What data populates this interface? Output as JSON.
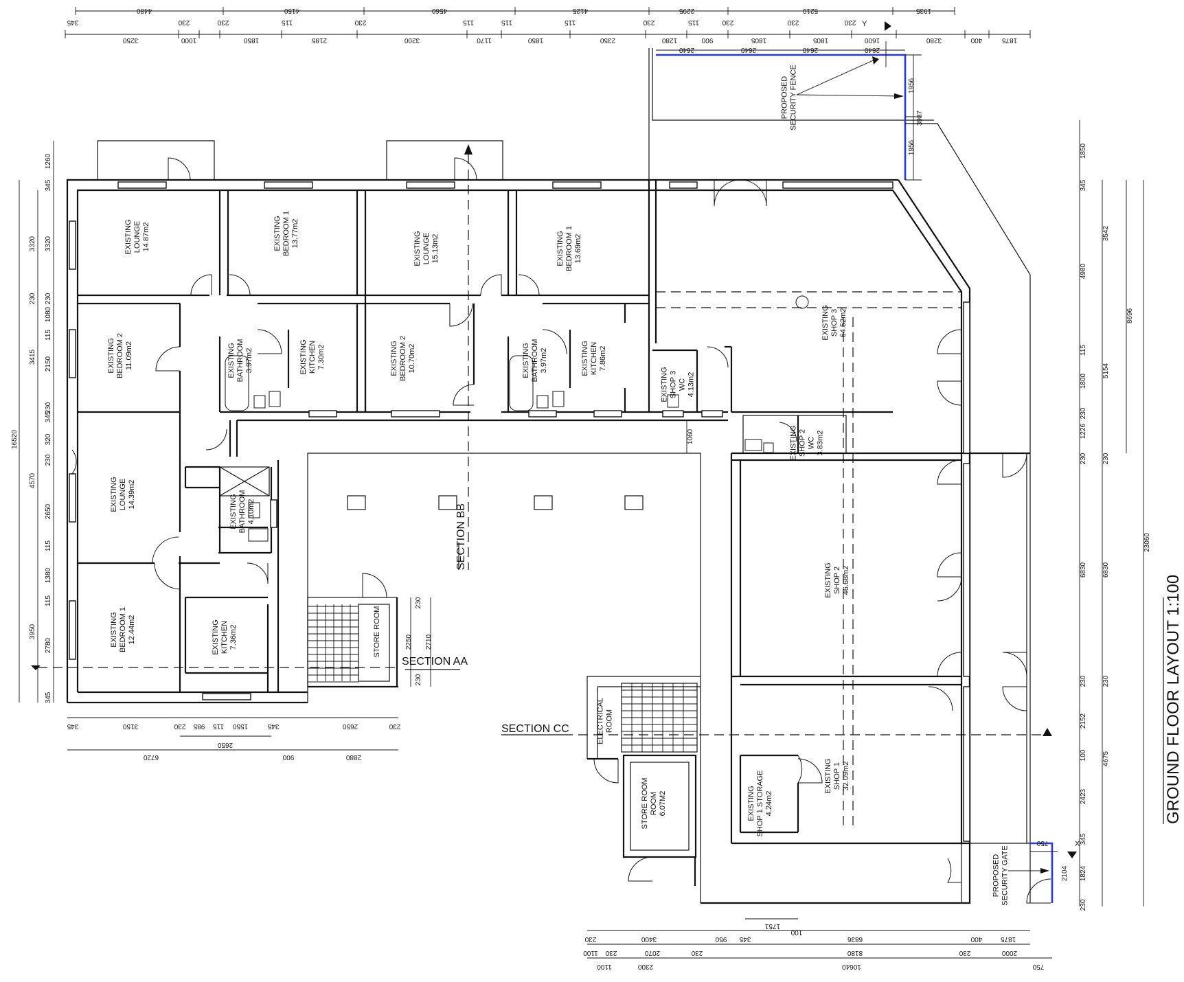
{
  "title": "GROUND FLOOR LAYOUT 1:100",
  "sections": {
    "aa": "SECTION AA",
    "bb": "SECTION BB",
    "cc": "SECTION CC"
  },
  "axis_markers": {
    "x": "X",
    "y": "Y"
  },
  "rooms": [
    {
      "lines": [
        "EXISTING",
        "LOUNGE",
        "14.87m2"
      ]
    },
    {
      "lines": [
        "EXISTING",
        "BEDROOM 1",
        "13.77m2"
      ]
    },
    {
      "lines": [
        "EXISTING",
        "LOUNGE",
        "15.13m2"
      ]
    },
    {
      "lines": [
        "EXISTING",
        "BEDROOM 1",
        "13.69m2"
      ]
    },
    {
      "lines": [
        "EXISTING",
        "BEDROOM 2",
        "11.09m2"
      ]
    },
    {
      "lines": [
        "EXISTING",
        "BATHROOM",
        "3.97m2"
      ]
    },
    {
      "lines": [
        "EXISTING",
        "KITCHEN",
        "7.30m2"
      ]
    },
    {
      "lines": [
        "EXISTING",
        "BEDROOM 2",
        "10.70m2"
      ]
    },
    {
      "lines": [
        "EXISTING",
        "BATHROOM",
        "3.97m2"
      ]
    },
    {
      "lines": [
        "EXISTING",
        "KITCHEN",
        "7.86m2"
      ]
    },
    {
      "lines": [
        "EXISTING",
        "SHOP 3",
        "64.52m2"
      ]
    },
    {
      "lines": [
        "EXISTING",
        "SHOP 3",
        "WC",
        "4.13m2"
      ]
    },
    {
      "lines": [
        "EXISTING",
        "SHOP 2",
        "WC",
        "3.83m2"
      ]
    },
    {
      "lines": [
        "EXISTING",
        "LOUNGE",
        "14.39m2"
      ]
    },
    {
      "lines": [
        "EXISTING",
        "BATHROOM",
        "4.10m2"
      ]
    },
    {
      "lines": [
        "EXISTING",
        "SHOP 2",
        "46.68m2"
      ]
    },
    {
      "lines": [
        "EXISTING",
        "BEDROOM 1",
        "12.44m2"
      ]
    },
    {
      "lines": [
        "EXISTING",
        "KITCHEN",
        "7.36m2"
      ]
    },
    {
      "lines": [
        "STORE ROOM"
      ]
    },
    {
      "lines": [
        "ELECTRICAL",
        "ROOM"
      ]
    },
    {
      "lines": [
        "STORE ROOM",
        "ROOM",
        "6.07M2"
      ]
    },
    {
      "lines": [
        "EXISTING",
        "SHOP 1 STORAGE",
        "4.24m2"
      ]
    },
    {
      "lines": [
        "EXISTING",
        "SHOP 1",
        "32.09m2"
      ]
    },
    {
      "lines": [
        "PROPOSED",
        "SECURITY FENCE"
      ]
    },
    {
      "lines": [
        "PROPOSED",
        "SECURITY GATE"
      ]
    }
  ],
  "dims": {
    "top1": [
      "4480",
      "4150",
      "4560",
      "4125",
      "2295",
      "5210",
      "1935"
    ],
    "top2": [
      "345",
      "230",
      "230",
      "115",
      "230",
      "115",
      "115",
      "115",
      "230",
      "115",
      "230",
      "230",
      "230"
    ],
    "top3": [
      "3250",
      "1000",
      "1850",
      "2185",
      "3200",
      "1170",
      "1850",
      "2350",
      "1280",
      "900",
      "1805",
      "1805",
      "1600",
      "3280",
      "400",
      "1875"
    ],
    "fence": [
      "2640",
      "2640",
      "2640",
      "2640",
      "1956",
      "1956",
      "3987"
    ],
    "left1": [
      "1260",
      "345",
      "3320",
      "230",
      "1080",
      "115",
      "2150",
      "230",
      "345",
      "320",
      "230",
      "2650",
      "115",
      "1380",
      "115",
      "2780",
      "345"
    ],
    "left2": [
      "3320",
      "230",
      "3415",
      "4570",
      "3950",
      "16520"
    ],
    "right1": [
      "1850",
      "345",
      "4980",
      "115",
      "1800",
      "230",
      "1226",
      "230",
      "6830",
      "230",
      "2152",
      "100",
      "2423",
      "345",
      "1824",
      "230"
    ],
    "right2": [
      "3542",
      "5154",
      "230",
      "6830",
      "230",
      "4675",
      "2104"
    ],
    "right3": [
      "8696",
      "23060"
    ],
    "bottomL1": [
      "345",
      "3150",
      "230",
      "985",
      "115",
      "1550",
      "345",
      "2650",
      "230"
    ],
    "bottomL2": [
      "2650"
    ],
    "bottomL3": [
      "6720",
      "900",
      "2880"
    ],
    "bottomR1": [
      "1751",
      "100"
    ],
    "bottomR2": [
      "230",
      "3400",
      "950",
      "345",
      "6836",
      "400",
      "1875"
    ],
    "bottomR3": [
      "1100",
      "230",
      "2070",
      "230",
      "8180",
      "230",
      "2000"
    ],
    "bottomR4": [
      "1100",
      "2300",
      "10640",
      "750"
    ],
    "misc": [
      "1060",
      "230",
      "2250",
      "2710",
      "230",
      "750"
    ]
  }
}
